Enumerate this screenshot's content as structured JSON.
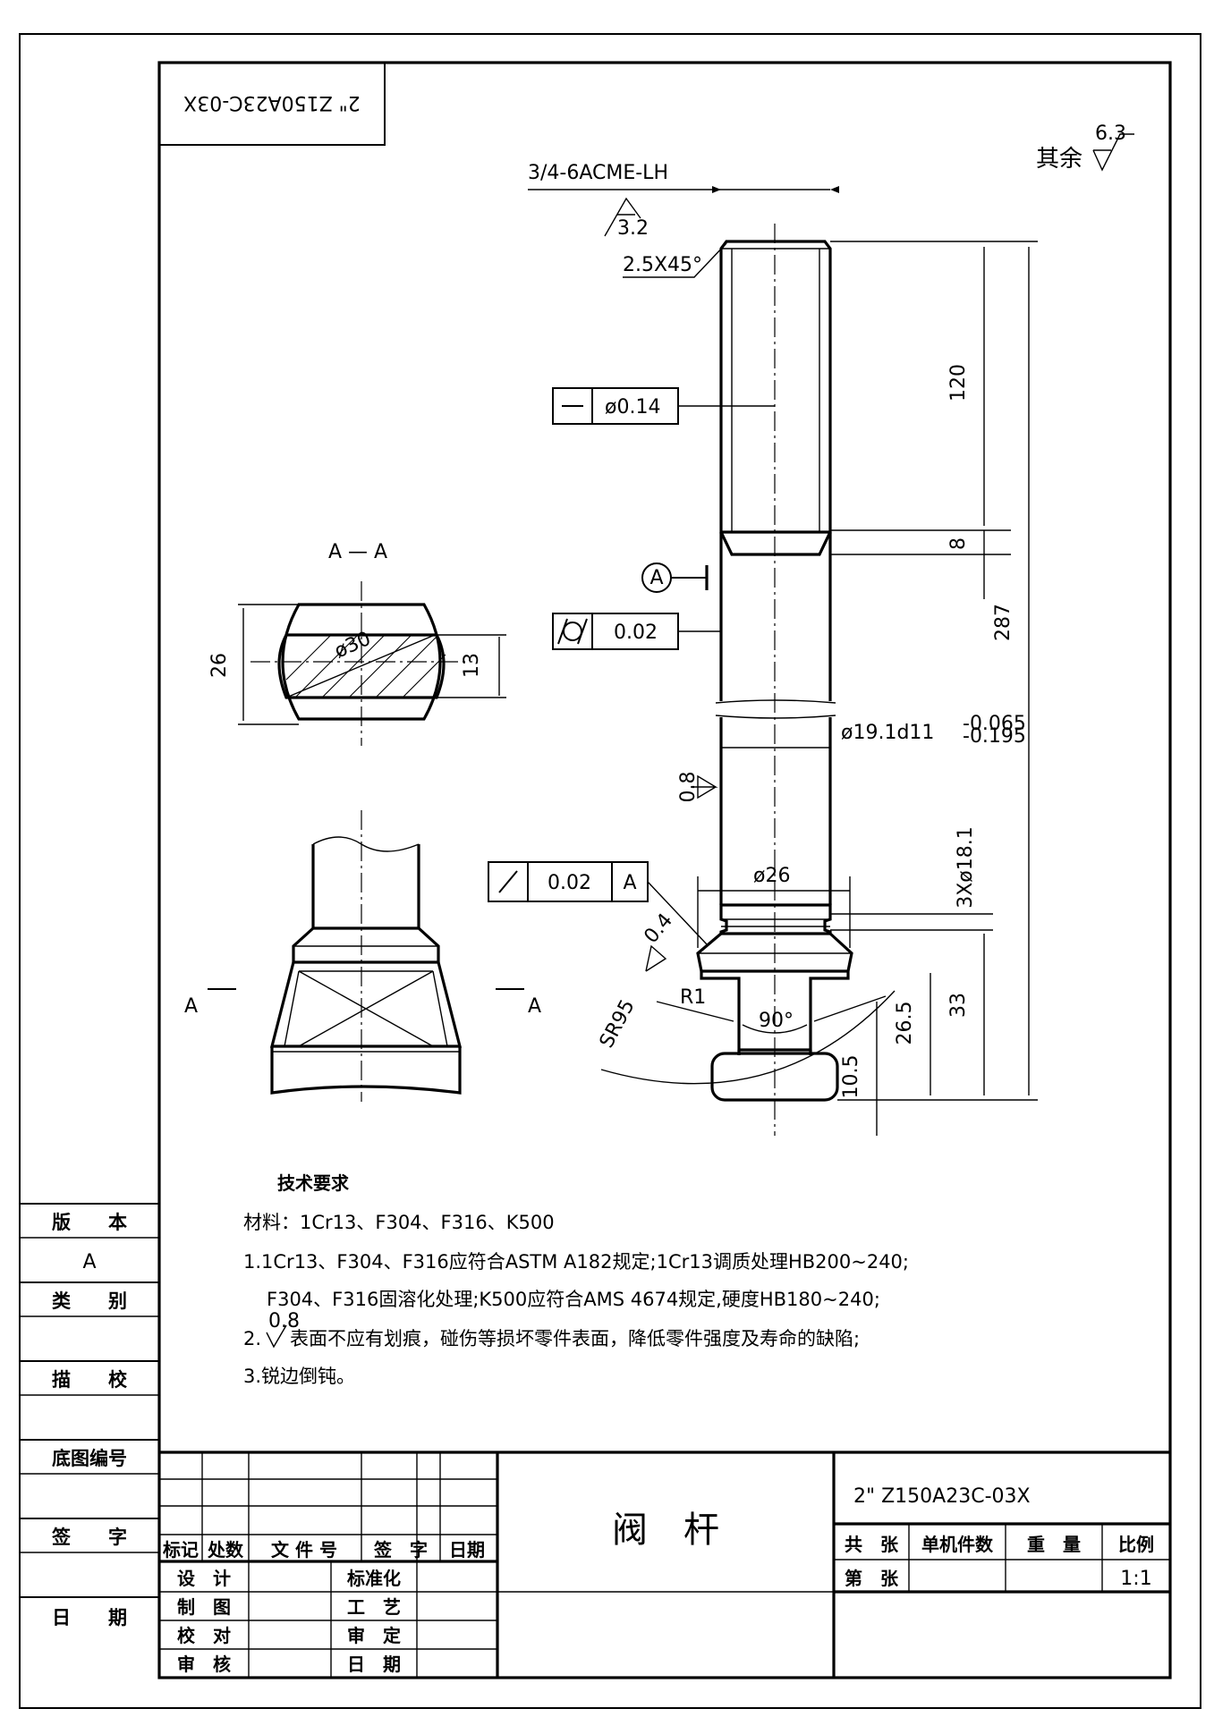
{
  "drawing_number_stamp": "2\" Z150A23C-03X",
  "roughness_general": {
    "label": "其余",
    "value": "6.3"
  },
  "thread": {
    "spec": "3/4-6ACME-LH",
    "roughness": "3.2",
    "chamfer": "2.5X45°"
  },
  "tolerances": {
    "straightness": {
      "symbol": "—",
      "value": "ø0.14"
    },
    "cylindricity": {
      "value": "0.02"
    },
    "runout": {
      "value": "0.02",
      "datum": "A"
    },
    "datum_label": "A"
  },
  "dims": {
    "d120": "120",
    "d8": "8",
    "d287": "287",
    "dia_main": "ø19.1d11",
    "tol_upper": "-0.065",
    "tol_lower": "-0.195",
    "rough_08": "0.8",
    "dia26": "ø26",
    "grooves": "3Xø18.1",
    "d33": "33",
    "d26_5": "26.5",
    "d10_5": "10.5",
    "sr95": "SR95",
    "r1": "R1",
    "angle90": "90°",
    "rough_04": "0.4"
  },
  "section": {
    "title": "A — A",
    "d26": "26",
    "dia30": "ø30",
    "d13": "13",
    "mark_left": "A",
    "mark_right": "A"
  },
  "tech": {
    "title": "技术要求",
    "material": "材料：1Cr13、F304、F316、K500",
    "line1": "1.1Cr13、F304、F316应符合ASTM A182规定;1Cr13调质处理HB200~240;",
    "line1b": "F304、F316固溶化处理;K500应符合AMS 4674规定,硬度HB180~240;",
    "line2_prefix": "2.",
    "line2_rough": "0.8",
    "line2": "表面不应有划痕，碰伤等损坏零件表面，降低零件强度及寿命的缺陷;",
    "line3": "3.锐边倒钝。"
  },
  "side_block": {
    "version_label": "版　　本",
    "version_value": "A",
    "category_label": "类　　别",
    "trace_label": "描　　校",
    "base_no_label": "底图编号",
    "sign_label": "签　　字",
    "date_label": "日　　期"
  },
  "title_block": {
    "part_name": "阀　杆",
    "drawing_no": "2\" Z150A23C-03X",
    "col_mark": "标记",
    "col_count": "处数",
    "col_file": "文 件 号",
    "col_sign": "签　字",
    "col_date": "日期",
    "design": "设　计",
    "draw": "制　图",
    "check": "校　对",
    "review": "审　核",
    "standard": "标准化",
    "process": "工　艺",
    "approve": "审　定",
    "date": "日　期",
    "total": "共　张",
    "qty_per": "单机件数",
    "weight": "重　量",
    "scale_label": "比例",
    "sheet": "第　张",
    "scale_value": "1:1"
  }
}
